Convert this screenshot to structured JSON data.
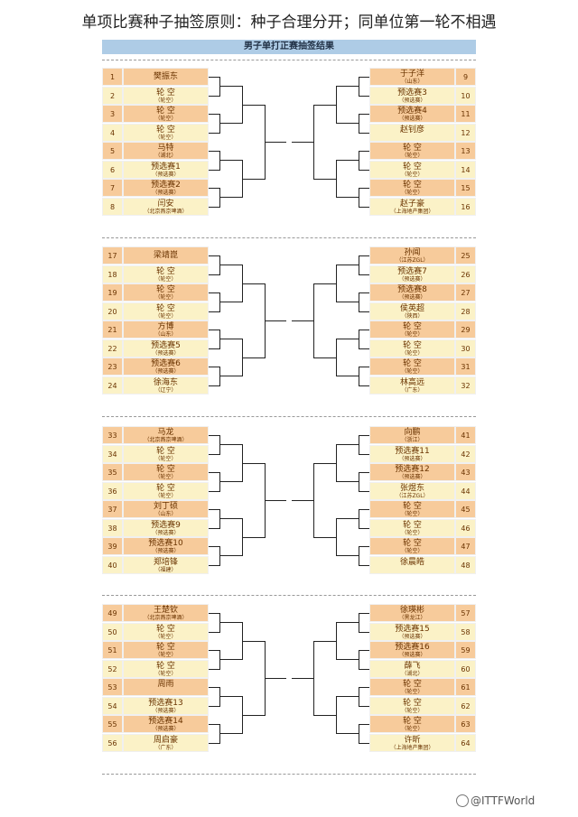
{
  "title": "单项比赛种子抽签原则：种子合理分开；同单位第一轮不相遇",
  "subtitle": "男子单打正赛抽签结果",
  "watermark": "@ITTFWorld",
  "colors": {
    "orange": "#f7cb9b",
    "yellow": "#fbf2c7",
    "header": "#aecce6",
    "lines": "#222222"
  },
  "sections": [
    {
      "left": [
        {
          "num": "1",
          "name": "樊振东",
          "aff": "",
          "seed": true
        },
        {
          "num": "2",
          "name": "轮 空",
          "aff": "（轮空）"
        },
        {
          "num": "3",
          "name": "轮 空",
          "aff": "（轮空）"
        },
        {
          "num": "4",
          "name": "轮 空",
          "aff": "（轮空）"
        },
        {
          "num": "5",
          "name": "马特",
          "aff": "（湖北）"
        },
        {
          "num": "6",
          "name": "预选赛1",
          "aff": "（预选赛）"
        },
        {
          "num": "7",
          "name": "预选赛2",
          "aff": "（预选赛）"
        },
        {
          "num": "8",
          "name": "闫安",
          "aff": "（北京燕京啤酒）"
        }
      ],
      "right": [
        {
          "num": "9",
          "name": "于子洋",
          "aff": "（山东）"
        },
        {
          "num": "10",
          "name": "预选赛3",
          "aff": "（预选赛）"
        },
        {
          "num": "11",
          "name": "预选赛4",
          "aff": "（预选赛）"
        },
        {
          "num": "12",
          "name": "赵钊彦",
          "aff": ""
        },
        {
          "num": "13",
          "name": "轮 空",
          "aff": "（轮空）"
        },
        {
          "num": "14",
          "name": "轮 空",
          "aff": "（轮空）"
        },
        {
          "num": "15",
          "name": "轮 空",
          "aff": "（轮空）"
        },
        {
          "num": "16",
          "name": "赵子豪",
          "aff": "（上海地产集团）"
        }
      ]
    },
    {
      "left": [
        {
          "num": "17",
          "name": "梁靖崑",
          "aff": "",
          "seed": true
        },
        {
          "num": "18",
          "name": "轮 空",
          "aff": "（轮空）"
        },
        {
          "num": "19",
          "name": "轮 空",
          "aff": "（轮空）"
        },
        {
          "num": "20",
          "name": "轮 空",
          "aff": "（轮空）"
        },
        {
          "num": "21",
          "name": "方博",
          "aff": "（山东）"
        },
        {
          "num": "22",
          "name": "预选赛5",
          "aff": "（预选赛）"
        },
        {
          "num": "23",
          "name": "预选赛6",
          "aff": "（预选赛）"
        },
        {
          "num": "24",
          "name": "徐海东",
          "aff": "（辽宁）"
        }
      ],
      "right": [
        {
          "num": "25",
          "name": "孙闻",
          "aff": "（江苏ZGL）"
        },
        {
          "num": "26",
          "name": "预选赛7",
          "aff": "（预选赛）"
        },
        {
          "num": "27",
          "name": "预选赛8",
          "aff": "（预选赛）"
        },
        {
          "num": "28",
          "name": "侯英超",
          "aff": "（陕西）"
        },
        {
          "num": "29",
          "name": "轮 空",
          "aff": "（轮空）"
        },
        {
          "num": "30",
          "name": "轮 空",
          "aff": "（轮空）"
        },
        {
          "num": "31",
          "name": "轮 空",
          "aff": "（轮空）"
        },
        {
          "num": "32",
          "name": "林高远",
          "aff": "（广东）"
        }
      ]
    },
    {
      "left": [
        {
          "num": "33",
          "name": "马龙",
          "aff": "（北京燕京啤酒）"
        },
        {
          "num": "34",
          "name": "轮 空",
          "aff": "（轮空）"
        },
        {
          "num": "35",
          "name": "轮 空",
          "aff": "（轮空）"
        },
        {
          "num": "36",
          "name": "轮 空",
          "aff": "（轮空）"
        },
        {
          "num": "37",
          "name": "刘丁硕",
          "aff": "（山东）"
        },
        {
          "num": "38",
          "name": "预选赛9",
          "aff": "（预选赛）"
        },
        {
          "num": "39",
          "name": "预选赛10",
          "aff": "（预选赛）"
        },
        {
          "num": "40",
          "name": "郑培锋",
          "aff": "（福建）"
        }
      ],
      "right": [
        {
          "num": "41",
          "name": "向鹏",
          "aff": "（浙江）"
        },
        {
          "num": "42",
          "name": "预选赛11",
          "aff": "（预选赛）"
        },
        {
          "num": "43",
          "name": "预选赛12",
          "aff": "（预选赛）"
        },
        {
          "num": "44",
          "name": "张煜东",
          "aff": "（江苏ZGL）"
        },
        {
          "num": "45",
          "name": "轮 空",
          "aff": "（轮空）"
        },
        {
          "num": "46",
          "name": "轮 空",
          "aff": "（轮空）"
        },
        {
          "num": "47",
          "name": "轮 空",
          "aff": "（轮空）"
        },
        {
          "num": "48",
          "name": "徐晨皓",
          "aff": ""
        }
      ]
    },
    {
      "left": [
        {
          "num": "49",
          "name": "王楚钦",
          "aff": "（北京燕京啤酒）"
        },
        {
          "num": "50",
          "name": "轮 空",
          "aff": "（轮空）"
        },
        {
          "num": "51",
          "name": "轮 空",
          "aff": "（轮空）"
        },
        {
          "num": "52",
          "name": "轮 空",
          "aff": "（轮空）"
        },
        {
          "num": "53",
          "name": "周雨",
          "aff": ""
        },
        {
          "num": "54",
          "name": "预选赛13",
          "aff": "（预选赛）"
        },
        {
          "num": "55",
          "name": "预选赛14",
          "aff": "（预选赛）"
        },
        {
          "num": "56",
          "name": "周启豪",
          "aff": "（广东）"
        }
      ],
      "right": [
        {
          "num": "57",
          "name": "徐瑛彬",
          "aff": "（黑龙江）"
        },
        {
          "num": "58",
          "name": "预选赛15",
          "aff": "（预选赛）"
        },
        {
          "num": "59",
          "name": "预选赛16",
          "aff": "（预选赛）"
        },
        {
          "num": "60",
          "name": "薛飞",
          "aff": "（湖北）"
        },
        {
          "num": "61",
          "name": "轮 空",
          "aff": "（轮空）"
        },
        {
          "num": "62",
          "name": "轮 空",
          "aff": "（轮空）"
        },
        {
          "num": "63",
          "name": "轮 空",
          "aff": "（轮空）"
        },
        {
          "num": "64",
          "name": "许昕",
          "aff": "（上海地产集团）"
        }
      ]
    }
  ]
}
